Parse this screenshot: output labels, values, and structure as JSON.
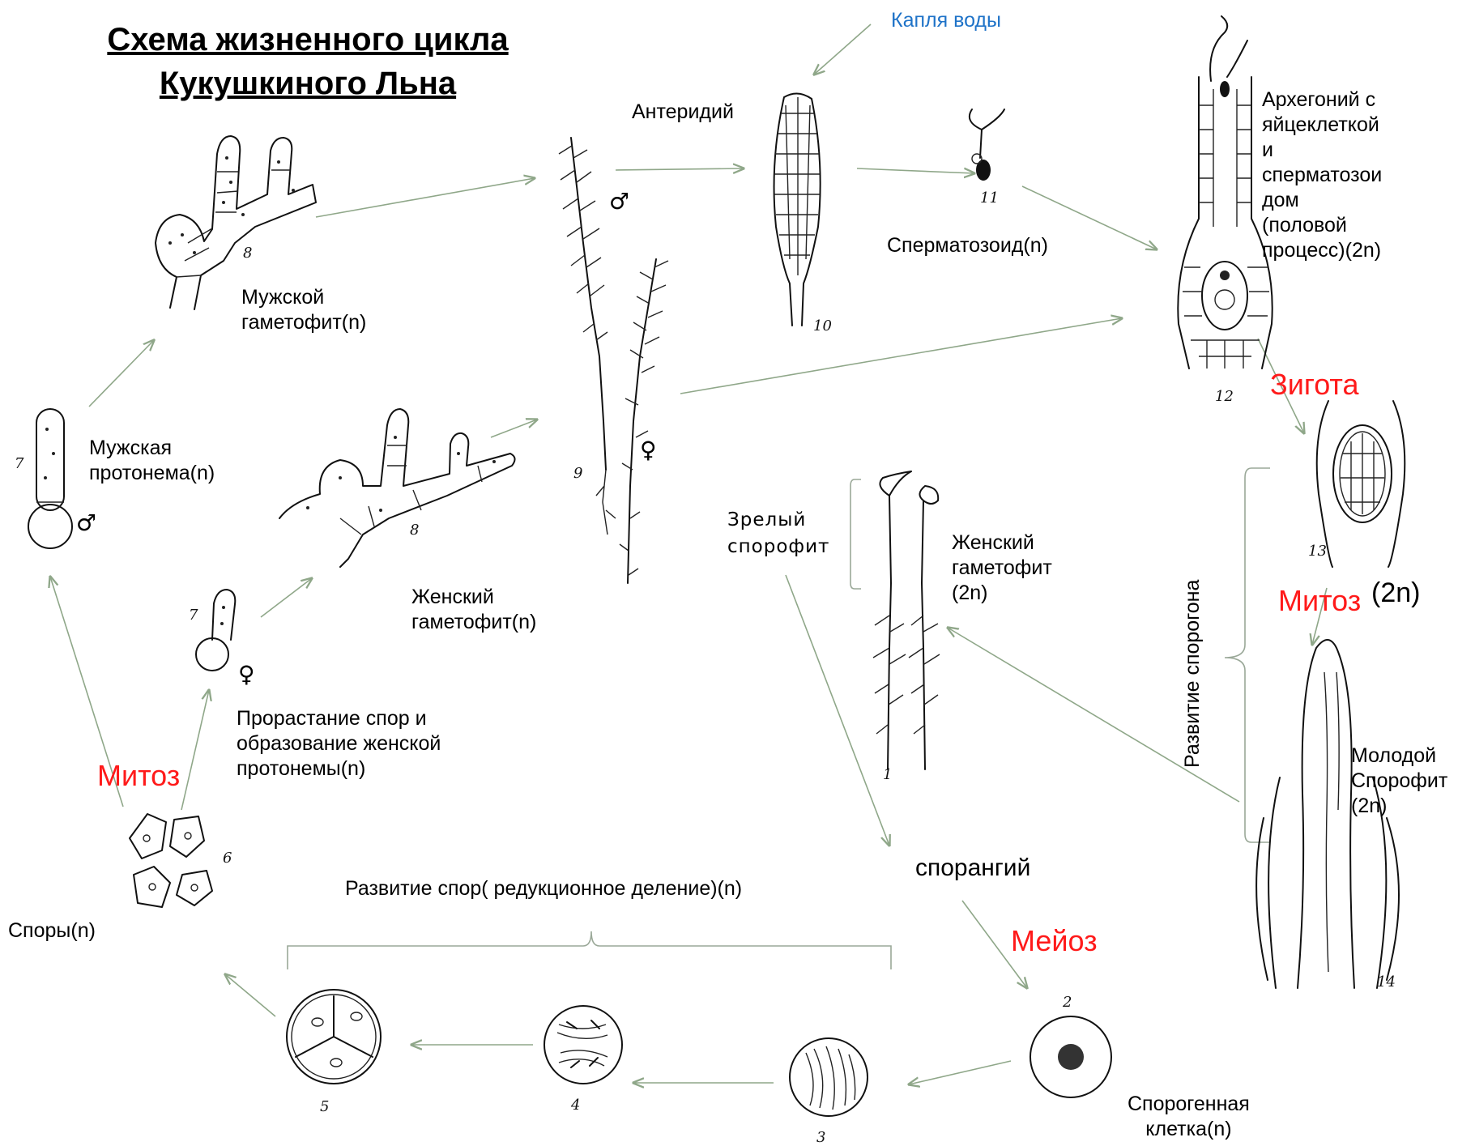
{
  "title": "Схема жизненного цикла\nКукушкиного Льна",
  "labels": {
    "water_drop": "Капля воды",
    "antheridium": "Антеридий",
    "spermatozoid": "Сперматозоид(n)",
    "archegonium": "Архегоний с\nяйцеклеткой\nи\nсперматозои\nдом\n(половой\nпроцесс)(2n)",
    "male_gametophyte": "Мужской\nгаметофит(n)",
    "male_protonema": "Мужская\nпротонема(n)",
    "female_gametophyte": "Женский\nгаметофит(n)",
    "mature_sporophyte": "Зрелый\nспорофит",
    "female_gametophyte_2n": "Женский\nгаметофит\n(2n)",
    "zygote": "Зигота",
    "mitosis_right": "Митоз",
    "mitosis_right_ploidy": "(2n)",
    "sporogon_development": "Развитие спорогона",
    "young_sporophyte": "Молодой\nСпорофит\n(2n)",
    "spore_germination": "Прорастание спор и\nобразование женской\nпротонемы(n)",
    "mitosis_left": "Митоз",
    "spores": "Споры(n)",
    "spore_development": "Развитие спор( редукционное деление)(n)",
    "sporangium": "спорангий",
    "meiosis": "Мейоз",
    "sporogenic_cell": "Спорогенная\nклетка(n)"
  },
  "figures": {
    "n1": "1",
    "n2": "2",
    "n3": "3",
    "n4": "4",
    "n5": "5",
    "n6": "6",
    "n7a": "7",
    "n7b": "7",
    "n8a": "8",
    "n8b": "8",
    "n9": "9",
    "n10": "10",
    "n11": "11",
    "n12": "12",
    "n13": "13",
    "n14": "14"
  },
  "symbols": {
    "male": "♂",
    "female": "♀"
  },
  "colors": {
    "arrow": "#8fa789",
    "accent_red": "#ff1a1a",
    "accent_blue": "#1f73c8"
  }
}
